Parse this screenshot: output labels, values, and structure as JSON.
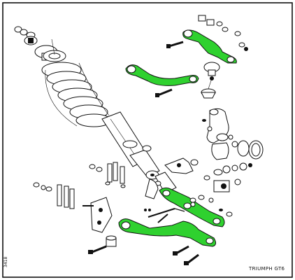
{
  "figure": {
    "caption": "TRIUMPH GT6",
    "ref_code": "3418",
    "highlight_color": "#2fd12f",
    "ink_color": "#111111",
    "highlighted_parts": [
      "upper-wishbone-rear-arm",
      "upper-wishbone-front-arm",
      "lower-wishbone-arm",
      "lower-wishbone-rear-arm"
    ],
    "icons": [
      "coil-spring",
      "shock-absorber",
      "vertical-link",
      "ball-joint",
      "trunnion",
      "bolt",
      "bush",
      "washer",
      "bracket"
    ]
  }
}
